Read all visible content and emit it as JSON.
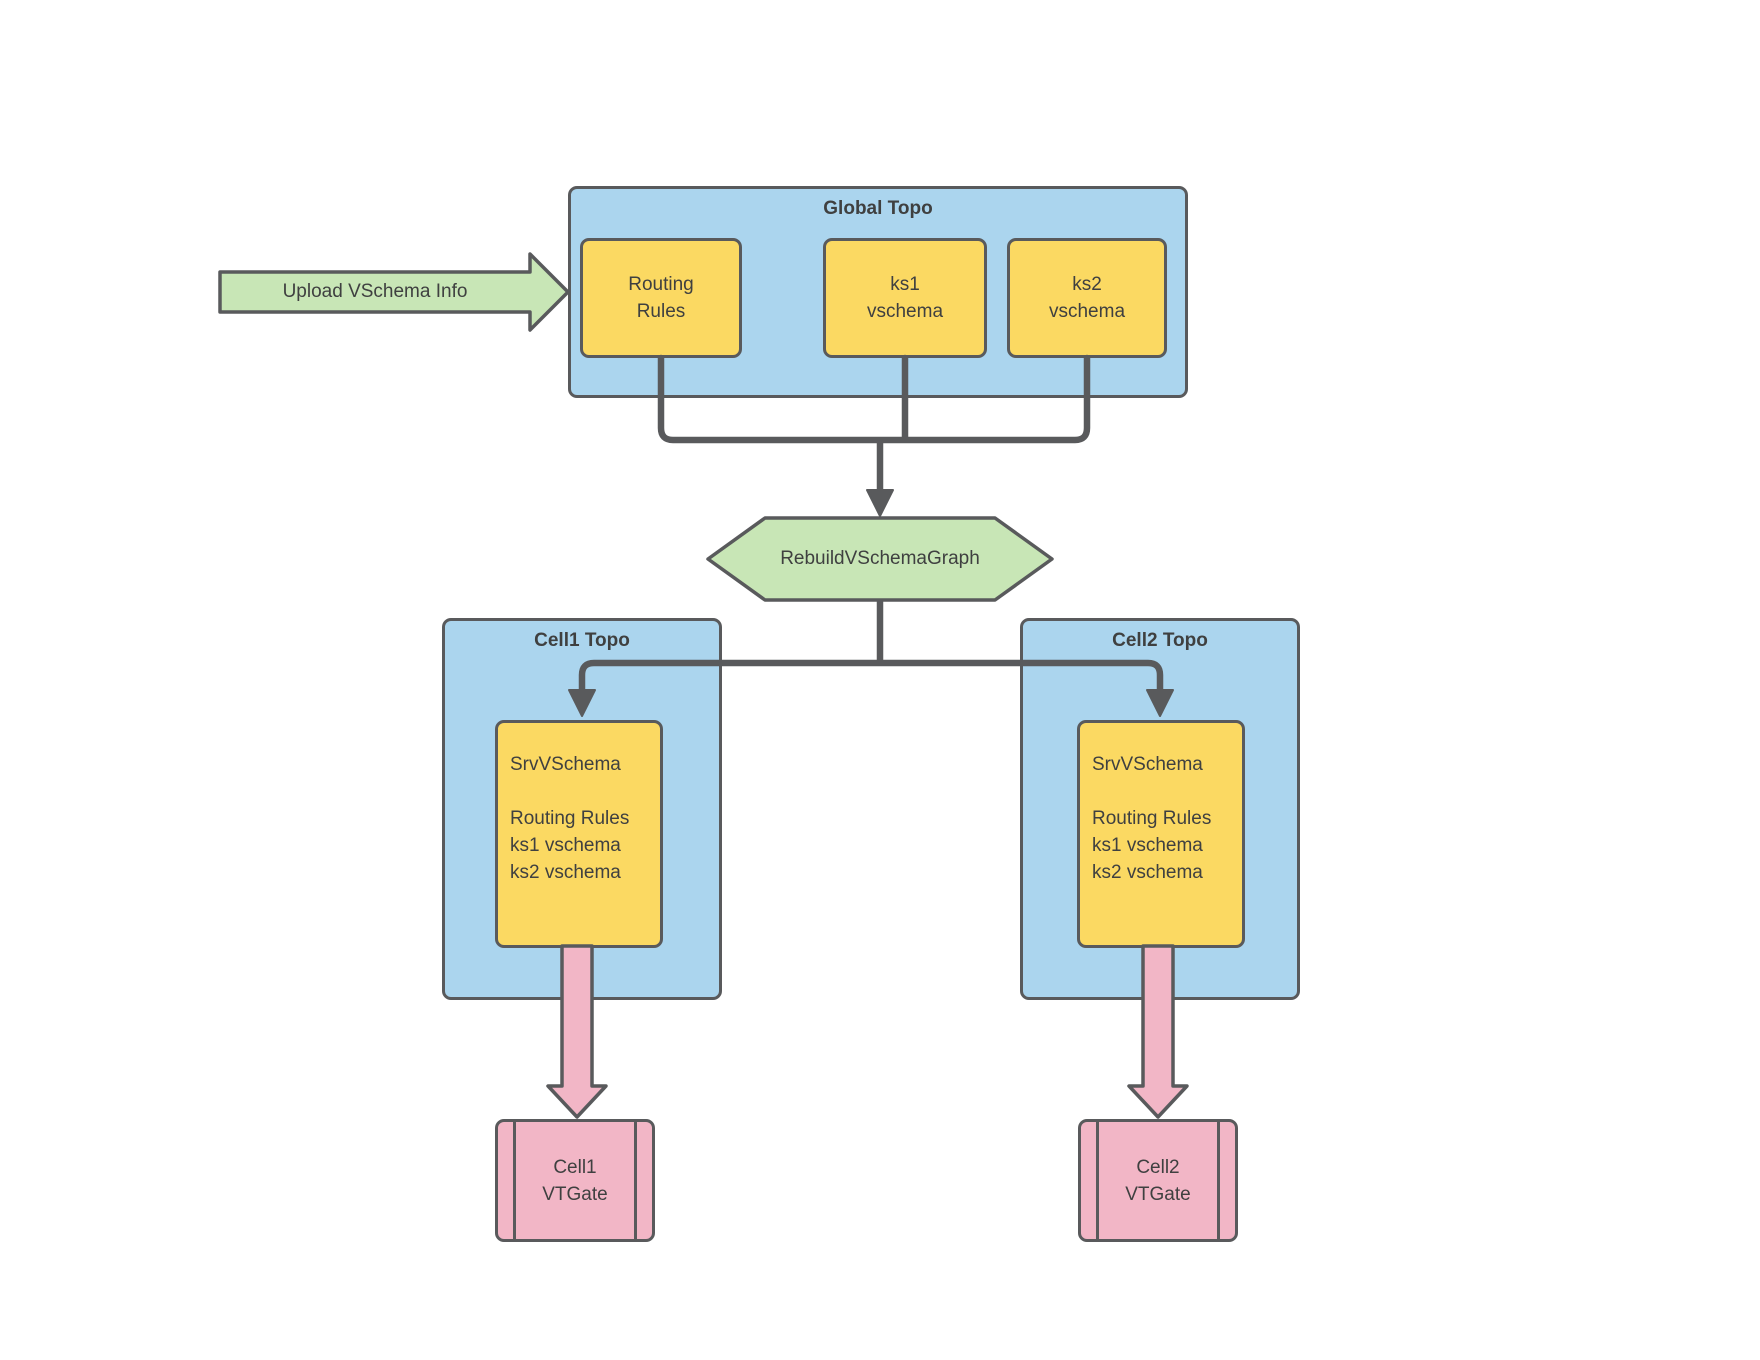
{
  "colors": {
    "blue": "#abd5ee",
    "yellow": "#fbd962",
    "green": "#c8e6b6",
    "pink": "#f2b6c6",
    "line": "#595a5c",
    "text": "#3f4040",
    "bg": "#ffffff"
  },
  "upload_arrow": {
    "label": "Upload VSchema Info"
  },
  "global_topo": {
    "title": "Global Topo",
    "items": [
      {
        "label": "Routing\nRules"
      },
      {
        "label": "ks1\nvschema"
      },
      {
        "label": "ks2\nvschema"
      }
    ]
  },
  "rebuild_step": {
    "label": "RebuildVSchemaGraph"
  },
  "cells": [
    {
      "title": "Cell1 Topo",
      "srv_vschema": "SrvVSchema\n\nRouting Rules\nks1 vschema\nks2 vschema",
      "vtgate": "Cell1\nVTGate"
    },
    {
      "title": "Cell2 Topo",
      "srv_vschema": "SrvVSchema\n\nRouting Rules\nks1 vschema\nks2 vschema",
      "vtgate": "Cell2\nVTGate"
    }
  ]
}
